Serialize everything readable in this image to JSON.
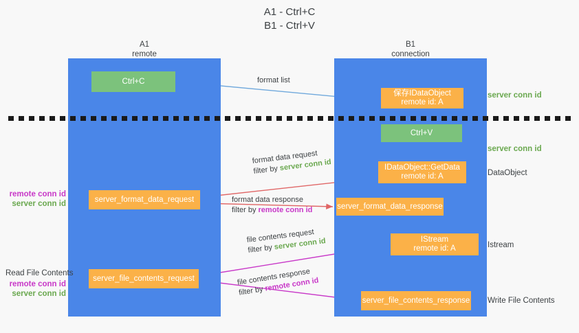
{
  "title": {
    "line1": "A1 - Ctrl+C",
    "line2": "B1 - Ctrl+V"
  },
  "columns": [
    {
      "name": "A1",
      "sub": "remote"
    },
    {
      "name": "B1",
      "sub": "connection"
    }
  ],
  "nodes": {
    "ctrl_c": {
      "label": "Ctrl+C"
    },
    "save_dataobject": {
      "l1": "保存IDataObject",
      "l2": "remote id: A"
    },
    "ctrl_v": {
      "label": "Ctrl+V"
    },
    "getdata": {
      "l1": "IDataObject::GetData",
      "l2": "remote id: A"
    },
    "istream": {
      "l1": "IStream",
      "l2": "remote id: A"
    },
    "server_format_data_request": {
      "label": "server_format_data_request"
    },
    "server_format_data_response": {
      "label": "server_format_data_response"
    },
    "server_file_contents_request": {
      "label": "server_file_contents_request"
    },
    "server_file_contents_response": {
      "label": "server_file_contents_response"
    }
  },
  "edges": {
    "format_list": {
      "l1": "format list"
    },
    "format_data_request": {
      "l1": "format data request",
      "filter_prefix": "filter by ",
      "filter_id": "server conn id"
    },
    "format_data_response": {
      "l1": "format data response",
      "filter_prefix": "filter by ",
      "filter_id": "remote conn id"
    },
    "file_contents_request": {
      "l1": "file contents request",
      "filter_prefix": "filter by ",
      "filter_id": "server conn id"
    },
    "file_contents_response": {
      "l1": "file contents response",
      "filter_prefix": "filter by ",
      "filter_id": "remote conn id"
    }
  },
  "side_notes": {
    "server_conn_top": "server conn id",
    "server_conn_mid": "server conn id",
    "dataobject": "DataObject",
    "istream": "Istream",
    "write_file_contents": "Write File Contents",
    "read_file_contents": "Read File Contents",
    "remote_conn_id": "remote conn id",
    "server_conn_id": "server conn id"
  },
  "colors": {
    "lane_blue": "#4a86e8",
    "node_green": "#7cc27c",
    "node_orange": "#fbb148",
    "accent_remote": "#c838c8",
    "accent_server": "#6aa84f",
    "arrow_blue": "#6fa8dc",
    "arrow_red": "#e06666",
    "arrow_magenta": "#c838c8",
    "arrow_black": "#000000",
    "background": "#f8f8f8"
  }
}
